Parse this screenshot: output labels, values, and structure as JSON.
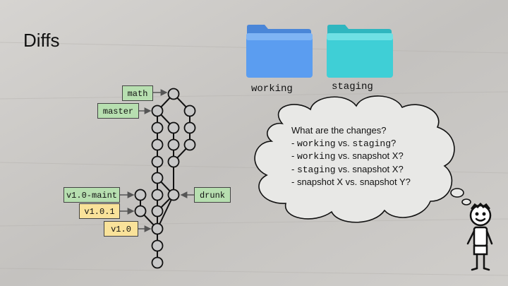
{
  "slide": {
    "title": "Diffs"
  },
  "folders": [
    {
      "label": "working",
      "color": "#5b9df0"
    },
    {
      "label": "staging",
      "color": "#3fcfd6"
    }
  ],
  "refs": [
    {
      "label": "math",
      "style": "green"
    },
    {
      "label": "master",
      "style": "green"
    },
    {
      "label": "v1.0-maint",
      "style": "green"
    },
    {
      "label": "drunk",
      "style": "green"
    },
    {
      "label": "v1.0.1",
      "style": "yellow"
    },
    {
      "label": "v1.0",
      "style": "yellow"
    }
  ],
  "thought": {
    "lines": [
      {
        "parts": [
          {
            "text": "What are the changes?",
            "code": false
          }
        ]
      },
      {
        "parts": [
          {
            "text": "- ",
            "code": false
          },
          {
            "text": "working",
            "code": true
          },
          {
            "text": " vs. ",
            "code": false
          },
          {
            "text": "staging",
            "code": true
          },
          {
            "text": "?",
            "code": false
          }
        ]
      },
      {
        "parts": [
          {
            "text": "- ",
            "code": false
          },
          {
            "text": "working",
            "code": true
          },
          {
            "text": " vs. snapshot X?",
            "code": false
          }
        ]
      },
      {
        "parts": [
          {
            "text": "- ",
            "code": false
          },
          {
            "text": "staging",
            "code": true
          },
          {
            "text": " vs. snapshot X?",
            "code": false
          }
        ]
      },
      {
        "parts": [
          {
            "text": "- snapshot X vs. snapshot Y?",
            "code": false
          }
        ]
      }
    ]
  },
  "colors": {
    "ref_green": "#b7dfb0",
    "ref_yellow": "#f9e29a",
    "commit_fill": "#c8c8c8",
    "background": "#c9c7c4"
  }
}
